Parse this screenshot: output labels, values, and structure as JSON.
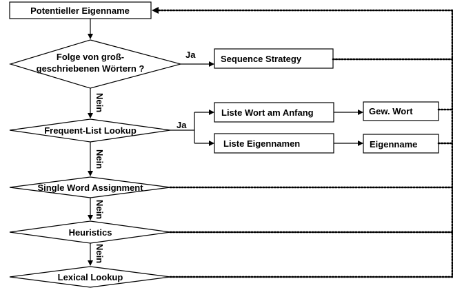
{
  "nodes": {
    "start": "Potentieller Eigenname",
    "decision1_line1": "Folge von groß-",
    "decision1_line2": "geschriebenen Wörtern ?",
    "sequence": "Sequence Strategy",
    "decision2": "Frequent-List Lookup",
    "liste_wort": "Liste Wort am Anfang",
    "gew_wort": "Gew. Wort",
    "liste_eigen": "Liste Eigennamen",
    "eigenname": "Eigenname",
    "decision3": "Single Word Assignment",
    "decision4": "Heuristics",
    "decision5": "Lexical Lookup"
  },
  "edge_labels": {
    "yes": "Ja",
    "no": "Nein"
  }
}
